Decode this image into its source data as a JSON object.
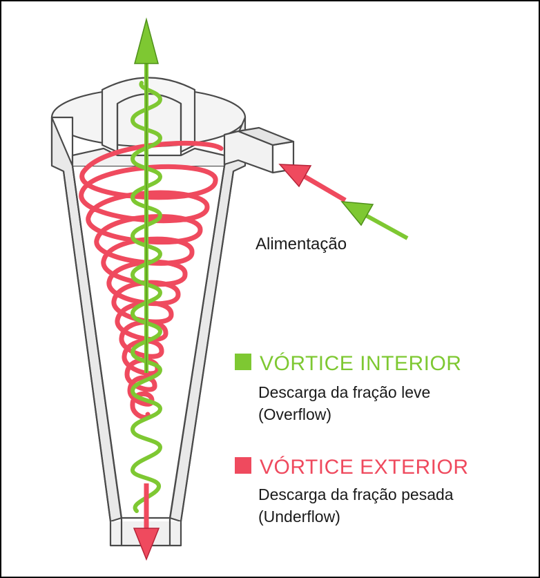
{
  "colors": {
    "inner": "#7ec832",
    "inner_dark": "#4e8f1a",
    "outer": "#ef4a5e",
    "outer_dark": "#b52338",
    "body_line": "#4a4a4a",
    "body_fill": "#ffffff",
    "body_shade": "#e6e6e6",
    "text": "#1a1a1a"
  },
  "feed_label": "Alimentação",
  "legend": {
    "inner": {
      "title": "VÓRTICE INTERIOR",
      "desc_line1": "Descarga da fração leve",
      "desc_line2": "(Overflow)",
      "icon": "green-square"
    },
    "outer": {
      "title": "VÓRTICE EXTERIOR",
      "desc_line1": "Descarga da fração pesada",
      "desc_line2": "(Underflow)",
      "icon": "red-square"
    }
  }
}
